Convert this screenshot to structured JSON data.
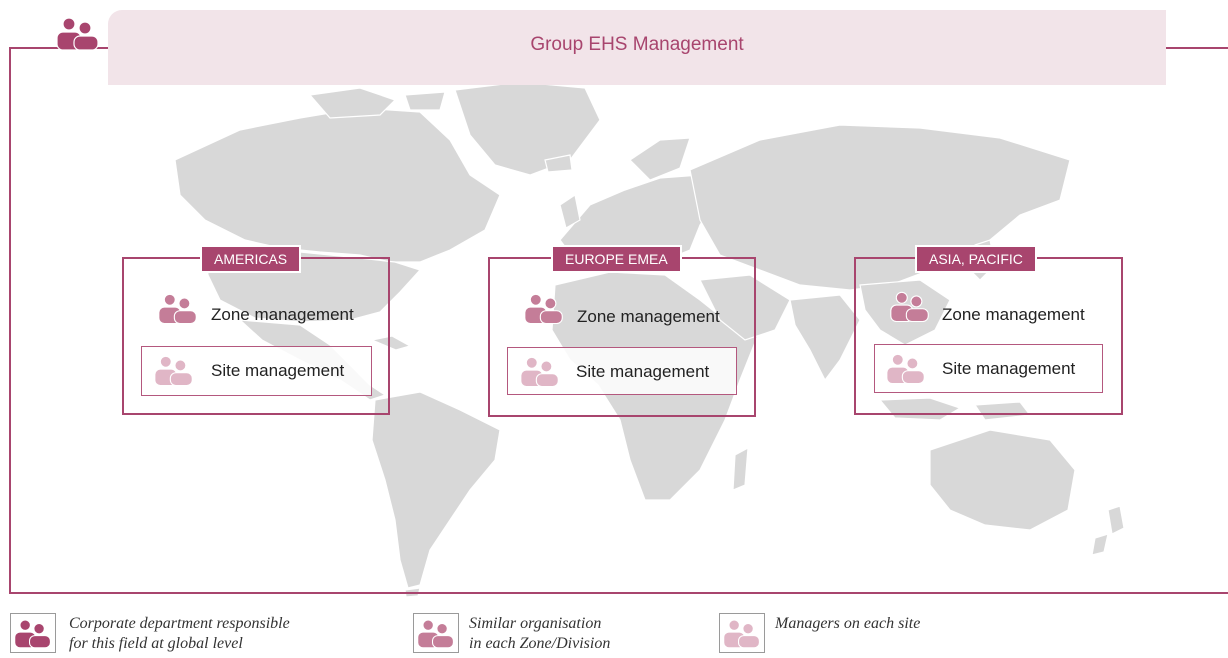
{
  "header": {
    "title": "Group EHS Management"
  },
  "zones": [
    {
      "name": "AMERICAS",
      "zone_label": "Zone management",
      "site_label": "Site management"
    },
    {
      "name": "EUROPE EMEA",
      "zone_label": "Zone management",
      "site_label": "Site management"
    },
    {
      "name": "ASIA, PACIFIC",
      "zone_label": "Zone management",
      "site_label": "Site management"
    }
  ],
  "legend": [
    {
      "line1": "Corporate department responsible",
      "line2": "for this field at global level"
    },
    {
      "line1": "Similar organisation",
      "line2": "in each Zone/Division"
    },
    {
      "line1": "Managers on each site",
      "line2": ""
    }
  ],
  "colors": {
    "corporate": "#a8456e",
    "zone": "#c47d98",
    "site": "#e0b6c6",
    "map_land": "#d8d8d8",
    "header_band": "#f2e4e9"
  },
  "icons": [
    "people-icon-corporate",
    "people-icon-zone",
    "people-icon-site"
  ]
}
